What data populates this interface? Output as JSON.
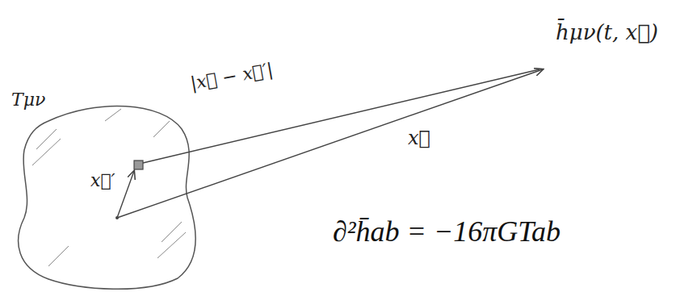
{
  "diagram": {
    "labels": [
      "Tμν",
      "x⃗′",
      "|x⃗ − x⃗′|",
      "x⃗",
      "h̄μν(t, x⃗)",
      "∂²h̄ab = −16πGTab"
    ]
  }
}
